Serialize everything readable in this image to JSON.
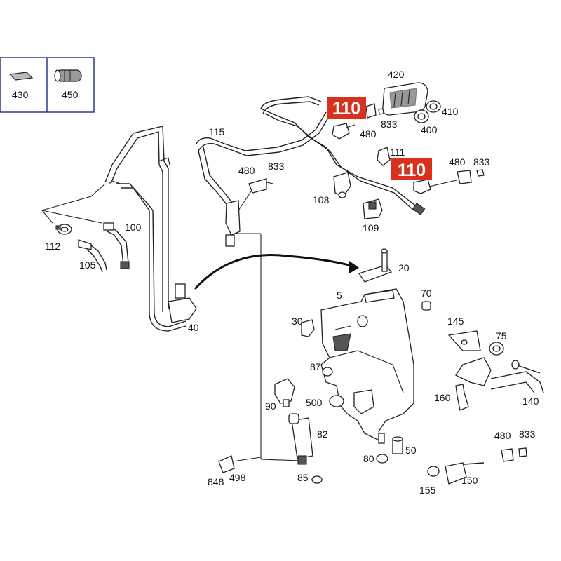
{
  "legend": {
    "items": [
      {
        "number": "430",
        "icon": "pad-icon"
      },
      {
        "number": "450",
        "icon": "sleeve-icon"
      }
    ],
    "border_color": "#2b3a8c"
  },
  "highlight": {
    "color": "#d8321e",
    "labels": [
      "110",
      "110"
    ]
  },
  "parts": {
    "p420": "420",
    "p410": "410",
    "p400": "400",
    "p480a": "480",
    "p833a": "833",
    "p115": "115",
    "p480b": "480",
    "p833b": "833",
    "p111": "111",
    "p480c": "480",
    "p833c": "833",
    "p108": "108",
    "p109": "109",
    "p100": "100",
    "p112": "112",
    "p105": "105",
    "p40": "40",
    "p20": "20",
    "p5": "5",
    "p70": "70",
    "p30": "30",
    "p145": "145",
    "p75": "75",
    "p87": "87",
    "p90": "90",
    "p500": "500",
    "p160": "160",
    "p140": "140",
    "p82": "82",
    "p50": "50",
    "p80": "80",
    "p848": "848",
    "p498": "498",
    "p85": "85",
    "p480d": "480",
    "p833d": "833",
    "p155": "155",
    "p150": "150"
  }
}
